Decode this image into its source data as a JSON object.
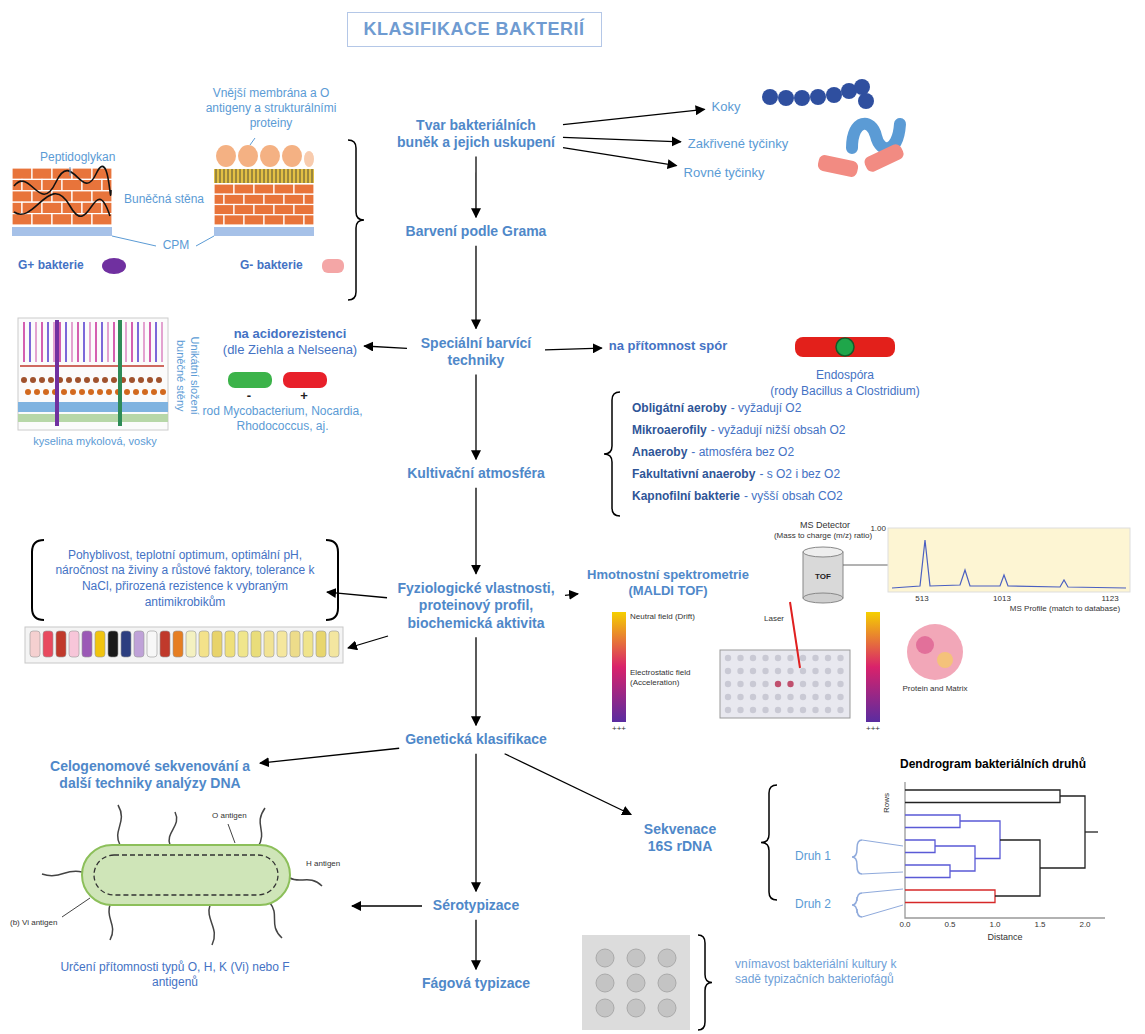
{
  "diagram": {
    "title": "KLASIFIKACE BAKTERIÍ",
    "nodes": [
      {
        "text": [
          "Tvar bakteriálních buněk a jejich uskupení"
        ]
      },
      {
        "text": [
          "Koky"
        ]
      },
      {
        "text": [
          "Zakřivené tyčinky"
        ]
      },
      {
        "text": [
          "Rovné tyčinky"
        ]
      },
      {
        "text": [
          "Barvení podle Grama"
        ]
      },
      {
        "text": [
          "Speciální barvící techniky"
        ]
      },
      {
        "text": [
          "na acidorezistenci",
          "(dle Ziehla a Nelseena)"
        ]
      },
      {
        "text": [
          "na přítomnost spór"
        ]
      },
      {
        "text": [
          "Kultivační atmosféra"
        ]
      },
      {
        "text": [
          "Fyziologické vlastnosti, proteinový profil, biochemická aktivita"
        ]
      },
      {
        "text": [
          "Pohyblivost, teplotní optimum, optimální pH, náročnost na živiny a růstové faktory, tolerance k NaCl, přirozená rezistence k vybraným antimikrobikům"
        ]
      },
      {
        "text": [
          "Hmotnostní spektrometrie (MALDI TOF)"
        ]
      },
      {
        "text": [
          "Genetická klasifikace"
        ]
      },
      {
        "text": [
          "Celogenomové sekvenování a další techniky analýzy DNA"
        ]
      },
      {
        "text": [
          "Sekvenace 16S rDNA"
        ]
      },
      {
        "text": [
          "Sérotypizace"
        ]
      },
      {
        "text": [
          "Fágová typizace"
        ]
      }
    ],
    "edges": [
      {
        "from": 0,
        "to": 1,
        "arrow": "to"
      },
      {
        "from": 0,
        "to": 2,
        "arrow": "to"
      },
      {
        "from": 0,
        "to": 3,
        "arrow": "to"
      },
      {
        "from": 0,
        "to": 4,
        "arrow": "to"
      },
      {
        "from": 4,
        "to": 5,
        "arrow": "to"
      },
      {
        "from": 5,
        "to": 6,
        "arrow": "to"
      },
      {
        "from": 5,
        "to": 7,
        "arrow": "to"
      },
      {
        "from": 5,
        "to": 8,
        "arrow": "to"
      },
      {
        "from": 8,
        "to": 9,
        "arrow": "to"
      },
      {
        "from": 9,
        "to": 10,
        "arrow": "to"
      },
      {
        "from": 9,
        "to": 11,
        "arrow": "to"
      },
      {
        "from": 9,
        "to": 12,
        "arrow": "to"
      },
      {
        "from": 12,
        "to": 13,
        "arrow": "to"
      },
      {
        "from": 12,
        "to": 14,
        "arrow": "to"
      },
      {
        "from": 12,
        "to": 15,
        "arrow": "to"
      },
      {
        "from": 15,
        "to": 16,
        "arrow": "to"
      }
    ],
    "labels": [
      "Peptidoglykan",
      "Vnější membrána a O antigeny a strukturálními proteiny",
      "Buněčná stěna",
      "CPM",
      "G+ bakterie",
      "G- bakterie",
      "Unikátní složení buněčné stěny",
      "-",
      "+",
      "rod Mycobacterium, Nocardia, Rhodococcus, aj.",
      "kyselina mykolová, vosky",
      "Endospóra",
      "(rody Bacillus a Clostridium)",
      "Obligátní aeroby",
      "- vyžadují O2",
      "Mikroaerofily",
      "- vyžadují nižší obsah O2",
      "Anaeroby",
      "- atmosféra bez O2",
      "Fakultativní anaeroby",
      "- s O2 i bez O2",
      "Kapnofilní bakterie",
      "- vyšší obsah CO2",
      "MS Detector",
      "(Mass to charge (m/z) ratio)",
      "TOF",
      "Neutral field (Drift)",
      "Electrostatic field (Acceleration)",
      "Laser",
      "Protein and Matrix",
      "MS Profile (match to database)",
      "1.00",
      "513",
      "1013",
      "1123",
      "+++",
      "+++",
      "Dendrogram bakteriálních druhů",
      "Druh 1",
      "Druh 2",
      "Rows",
      "Distance",
      "0.0",
      "0.5",
      "1.0",
      "1.5",
      "2.0",
      "O antigen",
      "H antigen",
      "(b) Vi antigen",
      "Určení přítomnosti typů O, H, K (Vi) nebo F antigenů",
      "vnímavost bakteriální kultury k sadě typizačních bakteriofágů"
    ]
  }
}
